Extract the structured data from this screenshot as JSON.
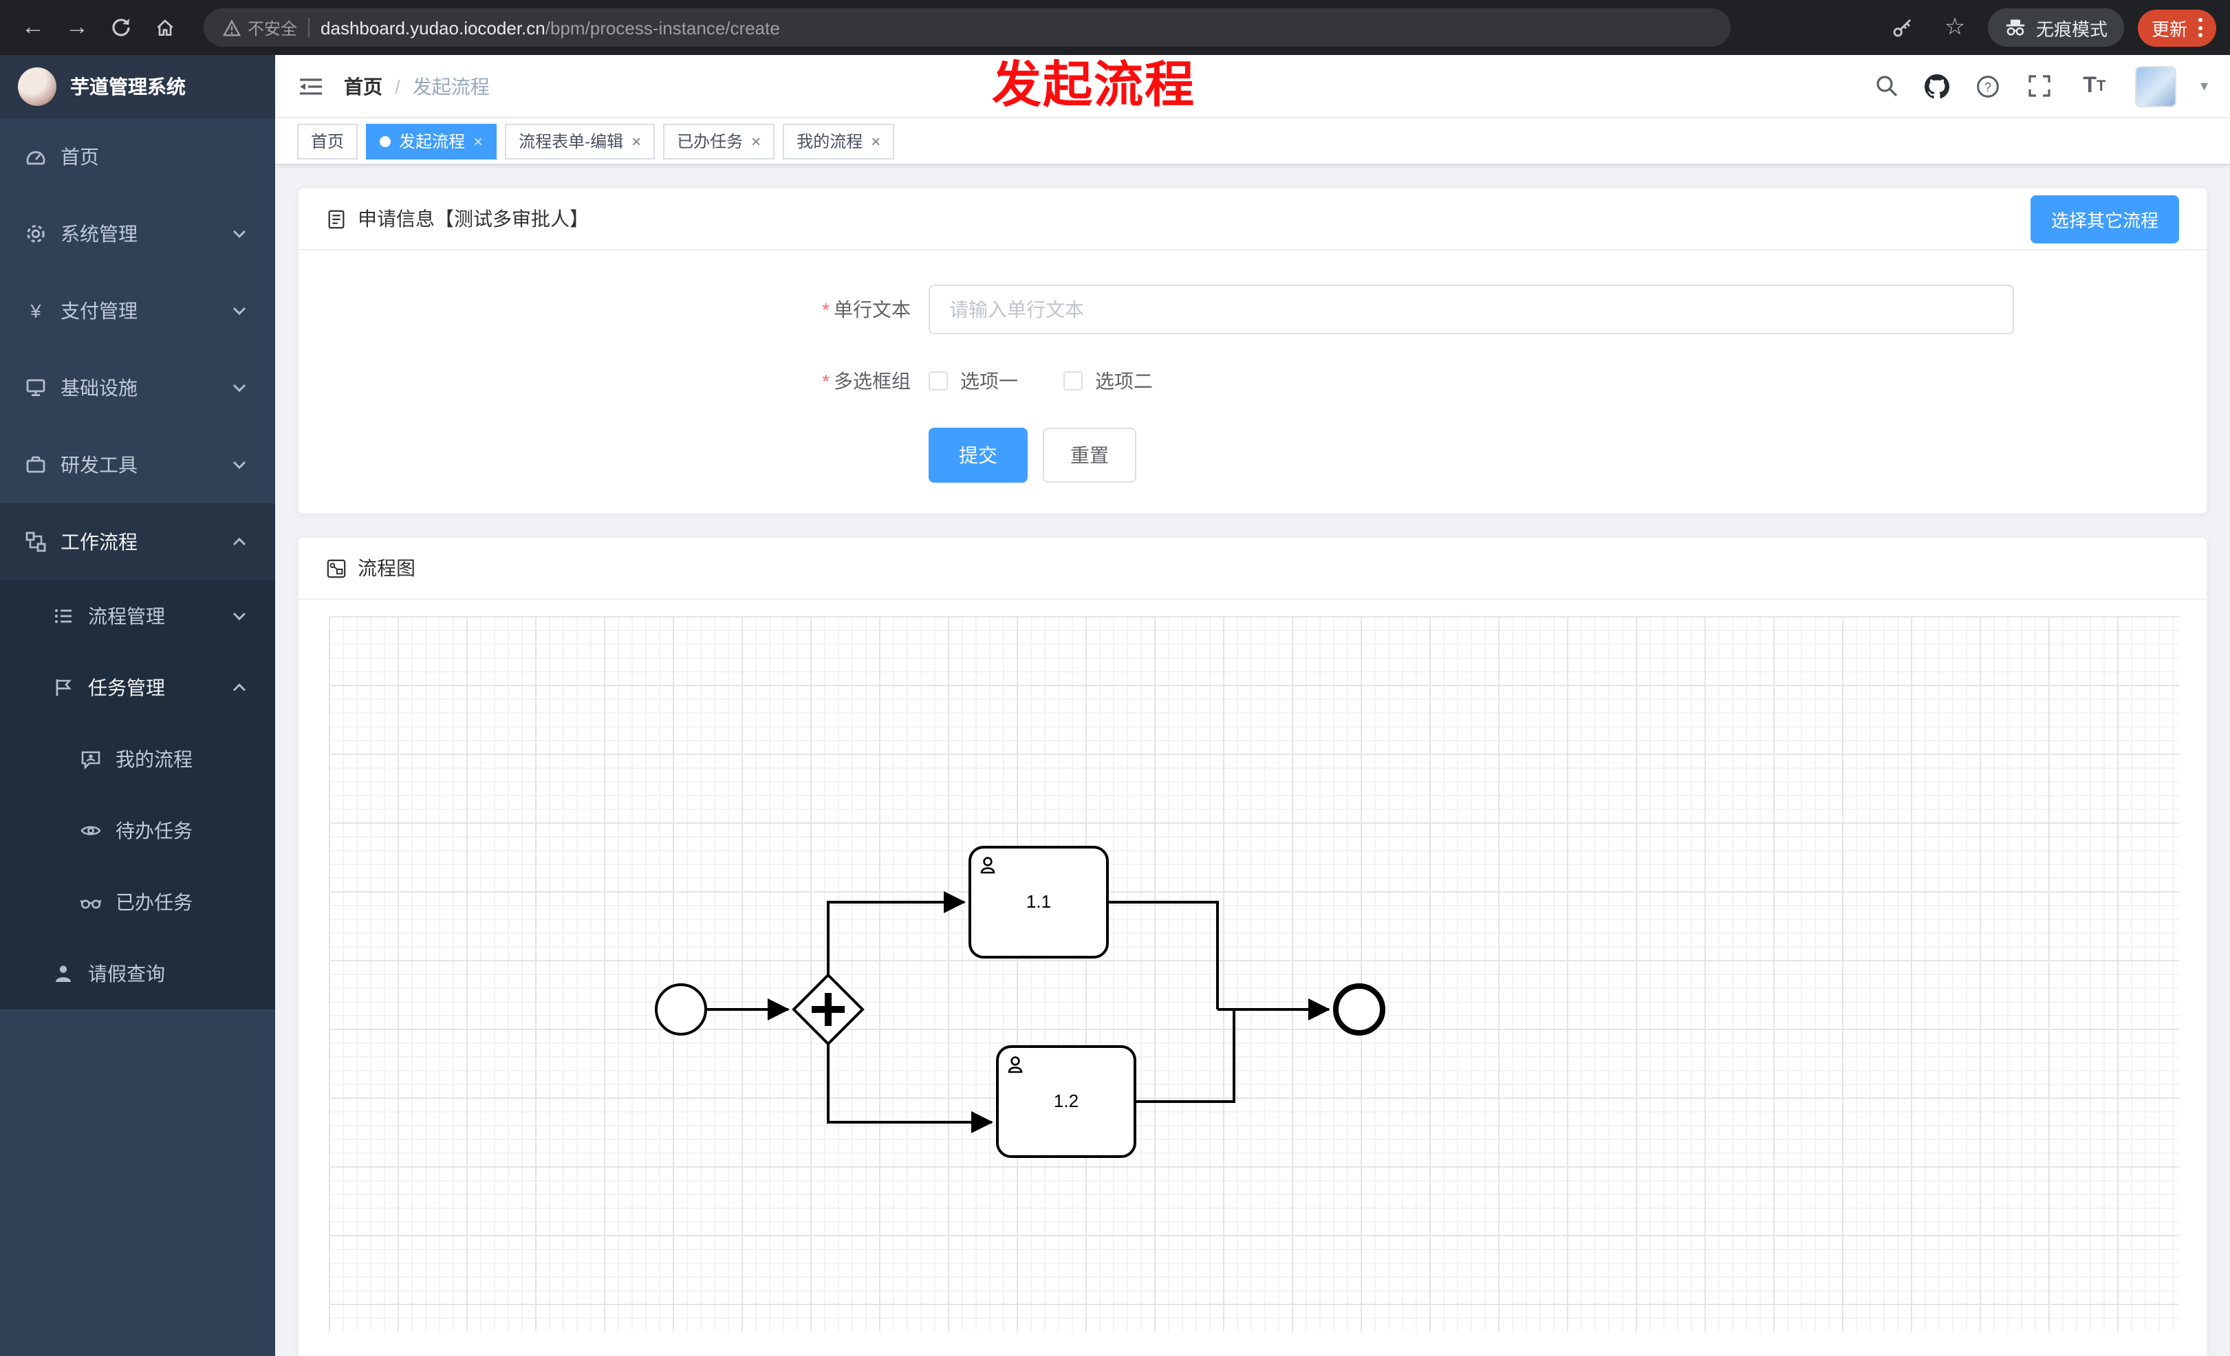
{
  "browser": {
    "security_label": "不安全",
    "url_domain": "dashboard.yudao.iocoder.cn",
    "url_path": "/bpm/process-instance/create",
    "incognito_label": "无痕模式",
    "update_label": "更新"
  },
  "overlay": {
    "page_title": "发起流程"
  },
  "ui": {
    "back_glyph": "←",
    "forward_glyph": "→",
    "star_glyph": "☆",
    "slash": "/",
    "close_glyph": "×",
    "caret_glyph": "▾",
    "question_glyph": "?",
    "fontsize_big": "T",
    "fontsize_small": "T",
    "yen_glyph": "¥"
  },
  "sidebar": {
    "app_title": "芋道管理系统",
    "items": [
      {
        "label": "首页"
      },
      {
        "label": "系统管理"
      },
      {
        "label": "支付管理"
      },
      {
        "label": "基础设施"
      },
      {
        "label": "研发工具"
      },
      {
        "label": "工作流程"
      },
      {
        "label": "流程管理"
      },
      {
        "label": "任务管理"
      },
      {
        "label": "我的流程"
      },
      {
        "label": "待办任务"
      },
      {
        "label": "已办任务"
      },
      {
        "label": "请假查询"
      }
    ]
  },
  "header": {
    "breadcrumb_home": "首页",
    "breadcrumb_current": "发起流程"
  },
  "tabs": [
    {
      "label": "首页"
    },
    {
      "label": "发起流程"
    },
    {
      "label": "流程表单-编辑"
    },
    {
      "label": "已办任务"
    },
    {
      "label": "我的流程"
    }
  ],
  "form_card": {
    "title": "申请信息【测试多审批人】",
    "select_other_process": "选择其它流程",
    "field_text": {
      "label": "单行文本",
      "placeholder": "请输入单行文本"
    },
    "field_checkbox": {
      "label": "多选框组",
      "option1": "选项一",
      "option2": "选项二"
    },
    "submit": "提交",
    "reset": "重置"
  },
  "diagram_card": {
    "title": "流程图",
    "task1": "1.1",
    "task2": "1.2"
  },
  "colors": {
    "primary": "#409eff",
    "annotation_red": "#fb0d0d",
    "sidebar_bg": "#304156",
    "submenu_bg": "#1f2d3d"
  }
}
